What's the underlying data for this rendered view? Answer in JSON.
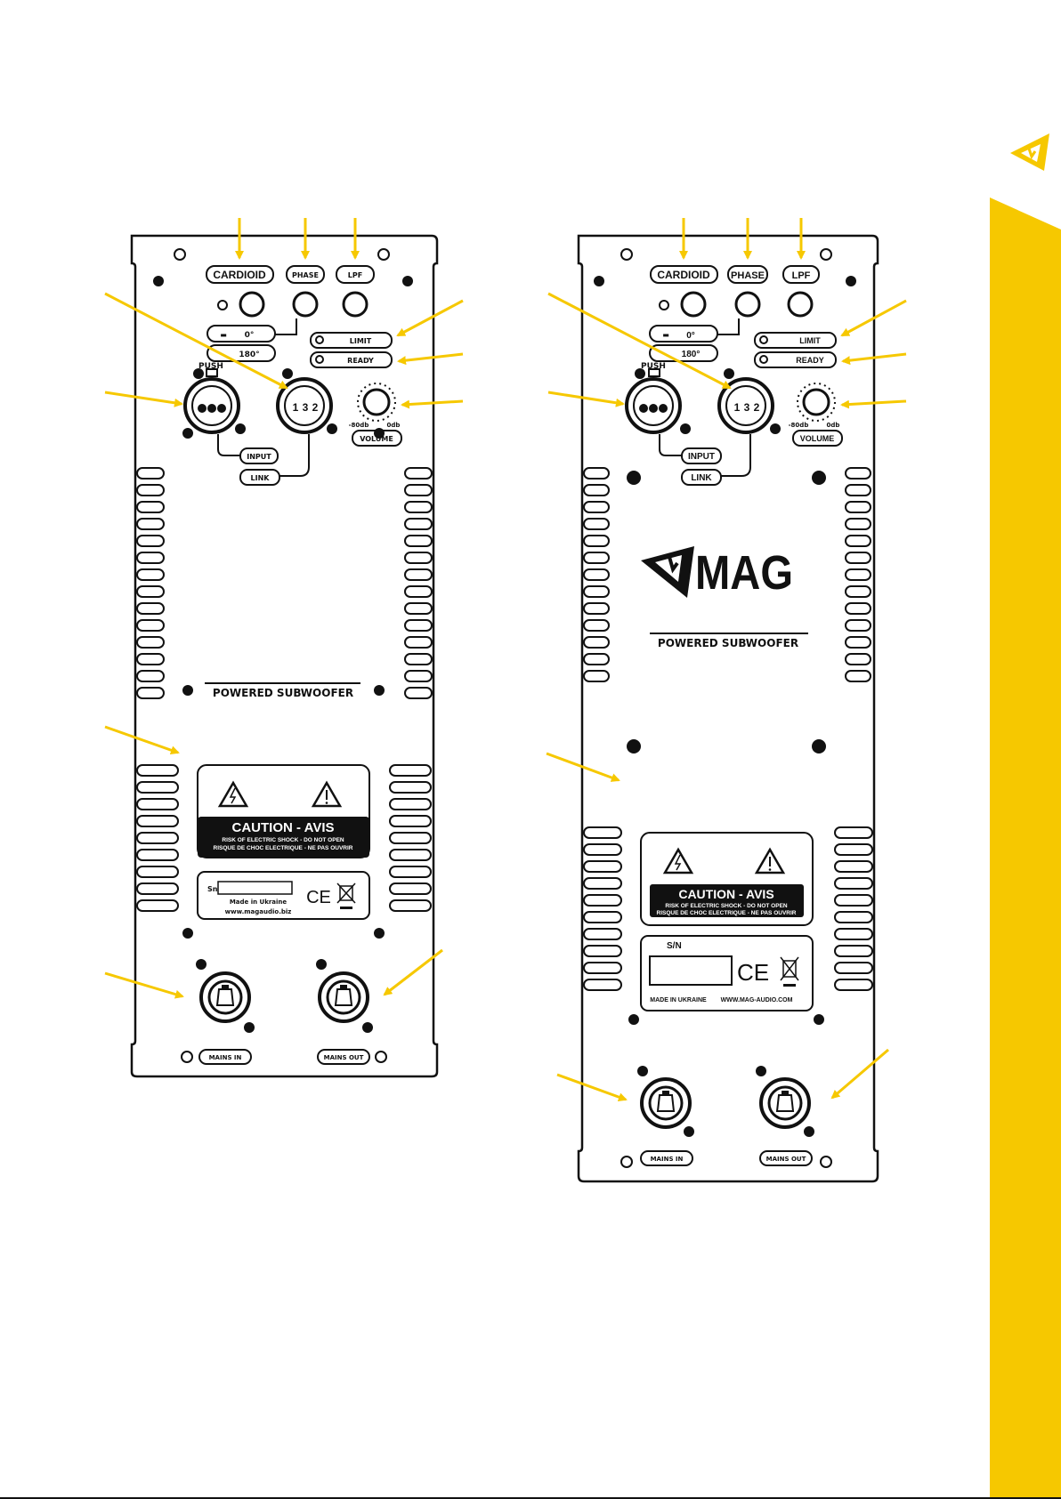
{
  "colors": {
    "accent": "#F6C800",
    "ink": "#111111",
    "paper": "#ffffff"
  },
  "left_panel": {
    "controls": {
      "cardioid": "CARDIOID",
      "phase": "PHASE",
      "lpf": "LPF",
      "phase_0": "0°",
      "phase_180": "180°",
      "limit": "LIMIT",
      "ready": "READY",
      "push": "PUSH",
      "input": "INPUT",
      "link": "LINK",
      "vol_min": "-80db",
      "vol_max": "0db",
      "volume": "VOLUME",
      "xlr_1": "1",
      "xlr_2": "2",
      "xlr_3": "3"
    },
    "product": "POWERED SUBWOOFER",
    "caution": {
      "title": "CAUTION - AVIS",
      "line1": "RISK OF ELECTRIC SHOCK - DO NOT OPEN",
      "line2": "RISQUE DE CHOC ELECTRIQUE - NE PAS OUVRIR"
    },
    "serial_label": "Sn",
    "made_in": "Made in Ukraine",
    "website": "www.magaudio.biz",
    "ce": "CE",
    "mains_in": "MAINS IN",
    "mains_out": "MAINS OUT"
  },
  "right_panel": {
    "controls": {
      "cardioid": "CARDIOID",
      "phase": "PHASE",
      "lpf": "LPF",
      "phase_0": "0°",
      "phase_180": "180°",
      "limit": "LIMIT",
      "ready": "READY",
      "push": "PUSH",
      "input": "INPUT",
      "link": "LINK",
      "vol_min": "-80db",
      "vol_max": "0db",
      "volume": "VOLUME",
      "xlr_1": "1",
      "xlr_2": "2",
      "xlr_3": "3"
    },
    "logo": "MAG",
    "product": "POWERED SUBWOOFER",
    "caution": {
      "title": "CAUTION - AVIS",
      "line1": "RISK OF ELECTRIC SHOCK - DO NOT OPEN",
      "line2": "RISQUE DE CHOC ELECTRIQUE - NE PAS OUVRIR"
    },
    "serial_label": "S/N",
    "made_in": "MADE IN UKRAINE",
    "website": "WWW.MAG-AUDIO.COM",
    "ce": "CE",
    "mains_in": "MAINS IN",
    "mains_out": "MAINS OUT"
  },
  "sidebar": {
    "logo_icon": "mag-logo-icon"
  }
}
